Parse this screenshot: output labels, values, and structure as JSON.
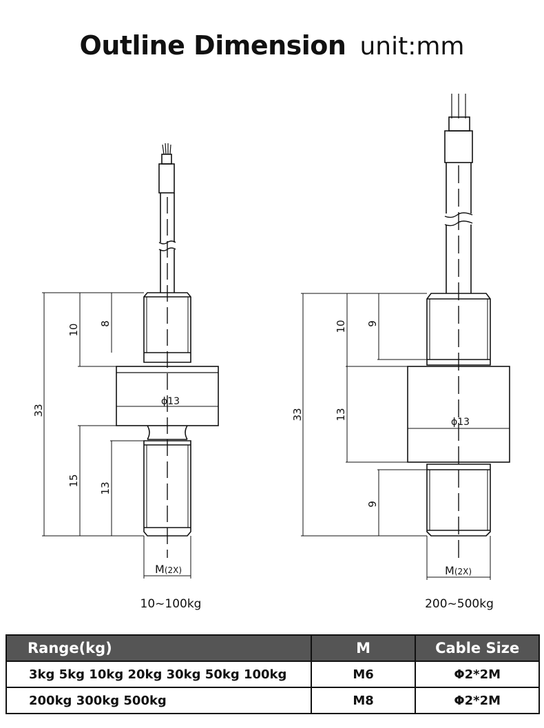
{
  "header": {
    "title": "Outline Dimension",
    "unit": "unit:mm"
  },
  "left_drawing": {
    "caption": "10~100kg",
    "dims": {
      "overall": "33",
      "top": "10",
      "top_thread": "8",
      "bottom": "15",
      "bottom_thread": "13",
      "diameter": "ϕ13",
      "thread": "M",
      "thread_qty": "(2X)"
    }
  },
  "right_drawing": {
    "caption": "200~500kg",
    "dims": {
      "overall": "33",
      "top": "10",
      "top_thread": "9",
      "body": "13",
      "bottom_thread": "9",
      "diameter": "ϕ13",
      "thread": "M",
      "thread_qty": "(2X)"
    }
  },
  "spec_table": {
    "headers": [
      "Range(kg)",
      "M",
      "Cable Size"
    ],
    "rows": [
      [
        "3kg 5kg 10kg 20kg 30kg 50kg 100kg",
        "M6",
        "Φ2*2M"
      ],
      [
        "200kg 300kg 500kg",
        "M8",
        "Φ2*2M"
      ]
    ]
  }
}
